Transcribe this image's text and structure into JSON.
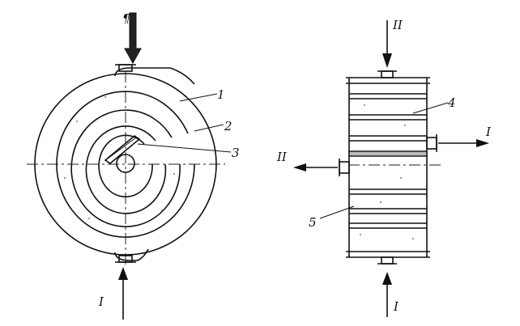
{
  "left_view": {
    "callouts": [
      "1",
      "2",
      "3"
    ],
    "inlet_label": "I",
    "top_label": "¶"
  },
  "right_view": {
    "callouts": [
      "4",
      "5"
    ],
    "top_inlet_label": "II",
    "bottom_inlet_label": "I",
    "left_outlet_label": "II",
    "right_outlet_label": "I"
  }
}
